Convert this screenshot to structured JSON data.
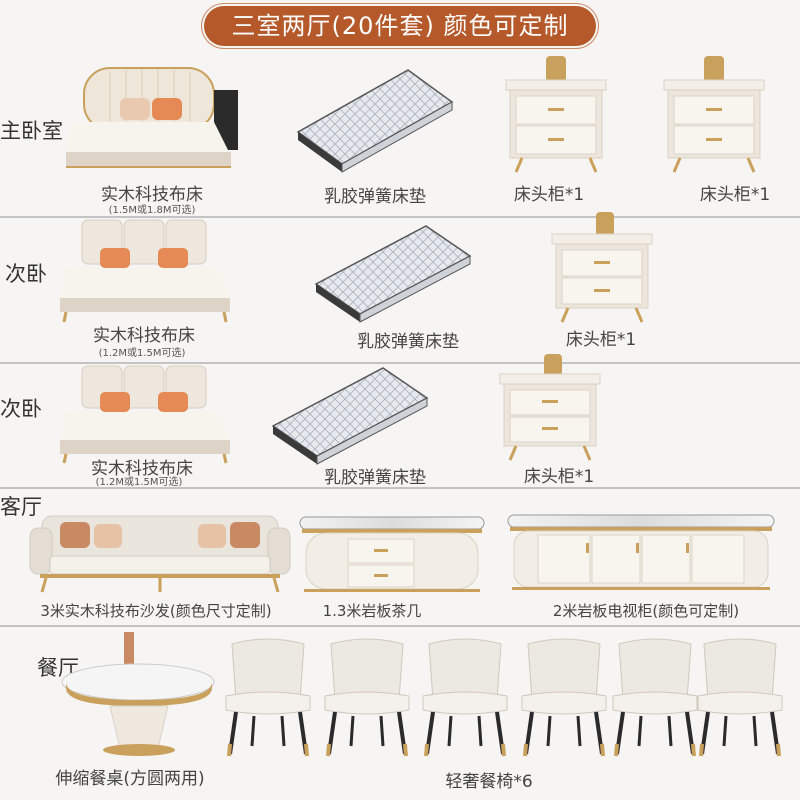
{
  "header": {
    "title": "三室两厅(20件套) 颜色可定制"
  },
  "rooms": {
    "master": {
      "label": "主卧室",
      "bed": "实木科技布床",
      "bed_size": "(1.5M或1.8M可选)",
      "mattress": "乳胶弹簧床垫",
      "nightstand_1": "床头柜*1",
      "nightstand_2": "床头柜*1"
    },
    "second": {
      "label": "次卧",
      "bed": "实木科技布床",
      "bed_size": "(1.2M或1.5M可选)",
      "mattress": "乳胶弹簧床垫",
      "nightstand": "床头柜*1"
    },
    "third": {
      "label": "次卧",
      "bed": "实木科技布床",
      "bed_size": "(1.2M或1.5M可选)",
      "mattress": "乳胶弹簧床垫",
      "nightstand": "床头柜*1"
    },
    "living": {
      "label": "客厅",
      "sofa": "3米实木科技布沙发(颜色尺寸定制)",
      "coffee_table": "1.3米岩板茶几",
      "tv_cabinet": "2米岩板电视柜(颜色可定制)"
    },
    "dining": {
      "label": "餐厅",
      "table": "伸缩餐桌(方圆两用)",
      "chairs": "轻奢餐椅*6"
    }
  },
  "colors": {
    "banner": "#b5592a",
    "cream": "#efe9df",
    "gold": "#c9a15c",
    "mattress": "#d9dde3"
  }
}
